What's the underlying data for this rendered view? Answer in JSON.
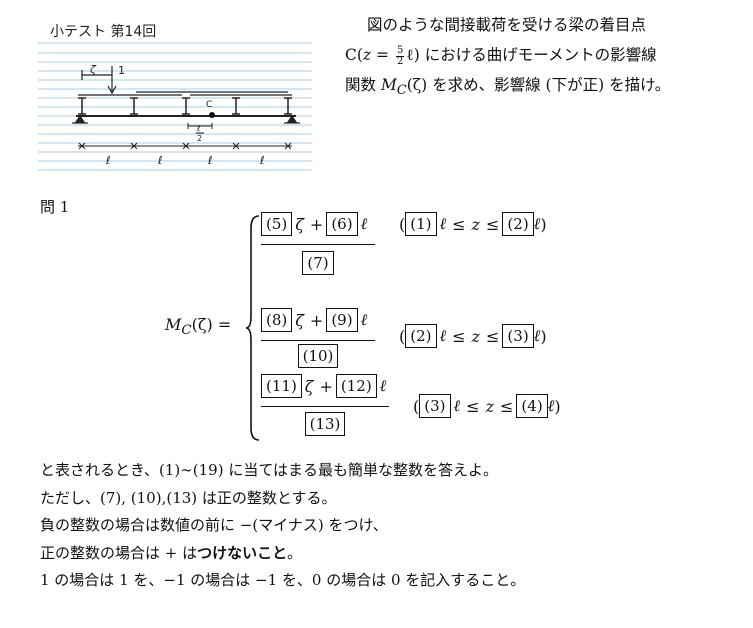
{
  "sketch": {
    "title": "小テスト 第14回",
    "zeta": "ζ",
    "load": "1",
    "point": "C",
    "half": "ℓ",
    "two": "2",
    "span": "ℓ"
  },
  "problem": {
    "line1": "図のような間接載荷を受ける梁の着目点",
    "line2_a": "C(",
    "line2_z": "z",
    "line2_eq": " = ",
    "frac_num": "5",
    "frac_den": "2",
    "line2_b": "ℓ) における曲げモーメントの影響線",
    "line3_a": "関数 ",
    "line3_M": "M",
    "line3_C": "C",
    "line3_zeta": "(ζ)",
    "line3_b": " を求め、影響線 (下が正) を描け。"
  },
  "question_label": "問 1",
  "equation": {
    "lhs_M": "M",
    "lhs_C": "C",
    "lhs_rest": "(ζ) =",
    "zeta": "ζ",
    "plus": "+",
    "ell": "ℓ",
    "leq": "≤",
    "z": "z",
    "lp": "(",
    "rp": ")",
    "cases": [
      {
        "a": "(5)",
        "b": "(6)",
        "den": "(7)",
        "lo": "(1)",
        "hi": "(2)"
      },
      {
        "a": "(8)",
        "b": "(9)",
        "den": "(10)",
        "lo": "(2)",
        "hi": "(3)"
      },
      {
        "a": "(11)",
        "b": "(12)",
        "den": "(13)",
        "lo": "(3)",
        "hi": "(4)"
      }
    ]
  },
  "notes": {
    "line1": "と表されるとき、(1)∼(19) に当てはまる最も簡単な整数を答えよ。",
    "line2": "ただし、(7), (10),(13) は正の整数とする。",
    "line3": "負の整数の場合は数値の前に −(マイナス) をつけ、",
    "line4_a": "正の整数の場合は + は",
    "line4_b": "つけないこと",
    "line4_c": "。",
    "line5": "1 の場合は 1 を、−1 の場合は −1 を、0 の場合は 0 を記入すること。"
  }
}
